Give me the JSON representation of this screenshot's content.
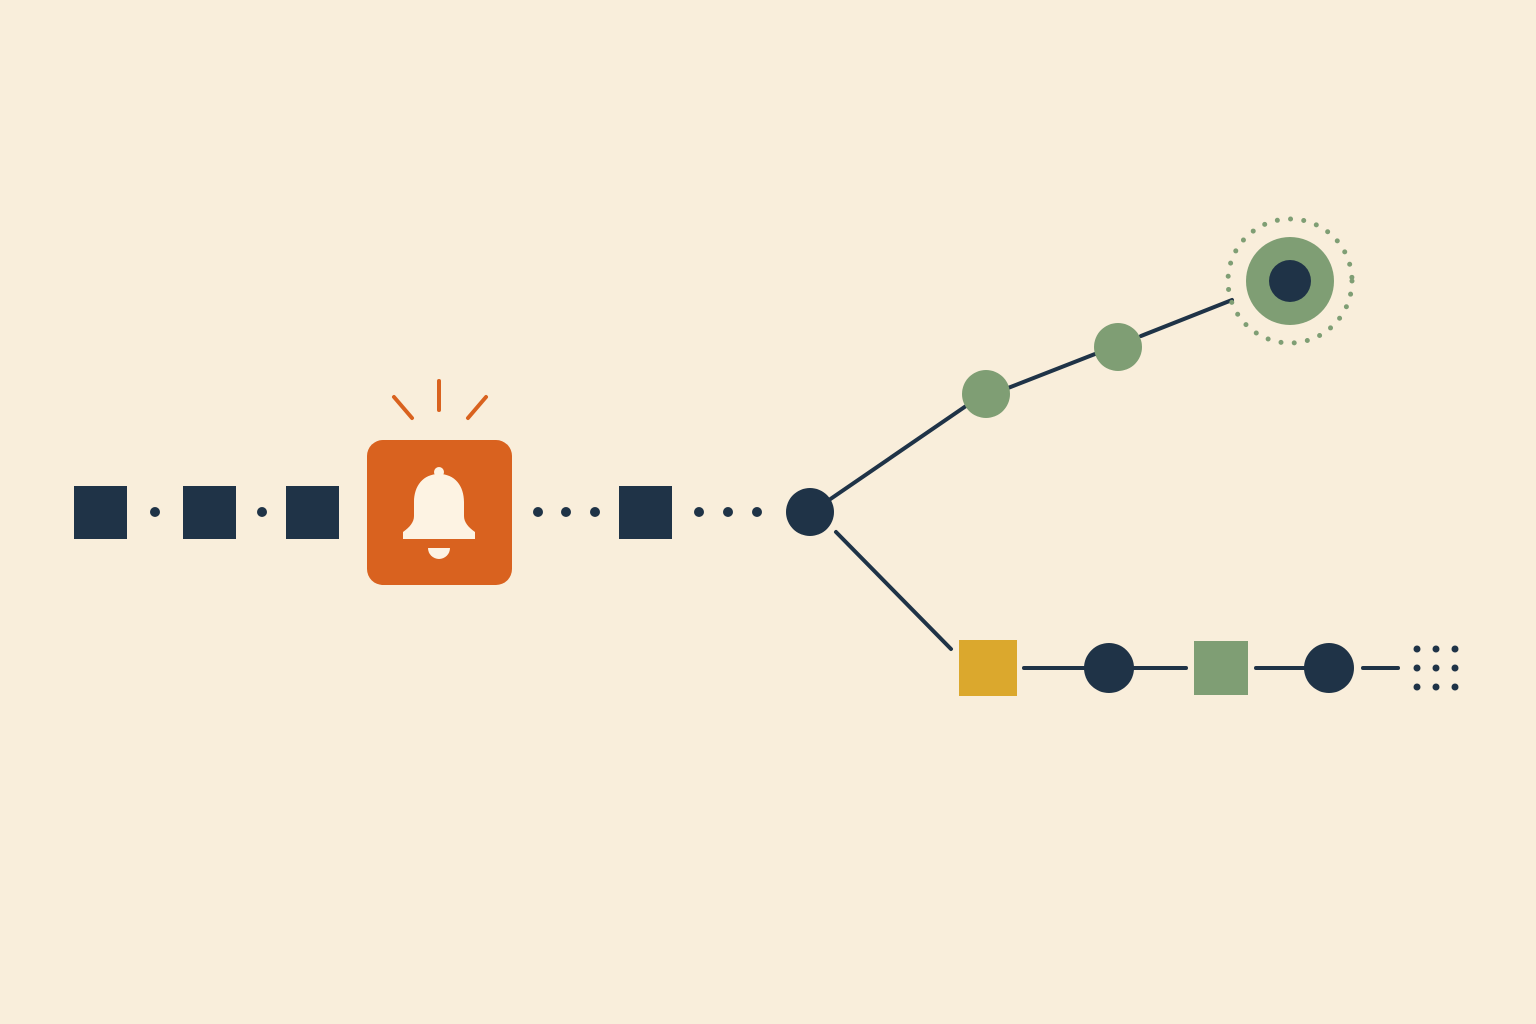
{
  "colors": {
    "background": "#f9eedb",
    "navy": "#1f3347",
    "alert_orange": "#d9621f",
    "alert_icon": "#fdf3e3",
    "sage_green": "#7f9e74",
    "mustard": "#dba82d"
  },
  "icons": {
    "alert_node": "bell-icon",
    "alert_rays": "ringing-rays-icon",
    "goal_node": "target-icon"
  },
  "nodes": {
    "lead_in": [
      "square",
      "square",
      "square"
    ],
    "alert": "bell",
    "after_alert": "square",
    "branch_point": "circle",
    "upper_branch": [
      "circle",
      "circle",
      "target"
    ],
    "lower_branch": [
      "square",
      "circle",
      "square",
      "circle",
      "dot-grid"
    ]
  }
}
